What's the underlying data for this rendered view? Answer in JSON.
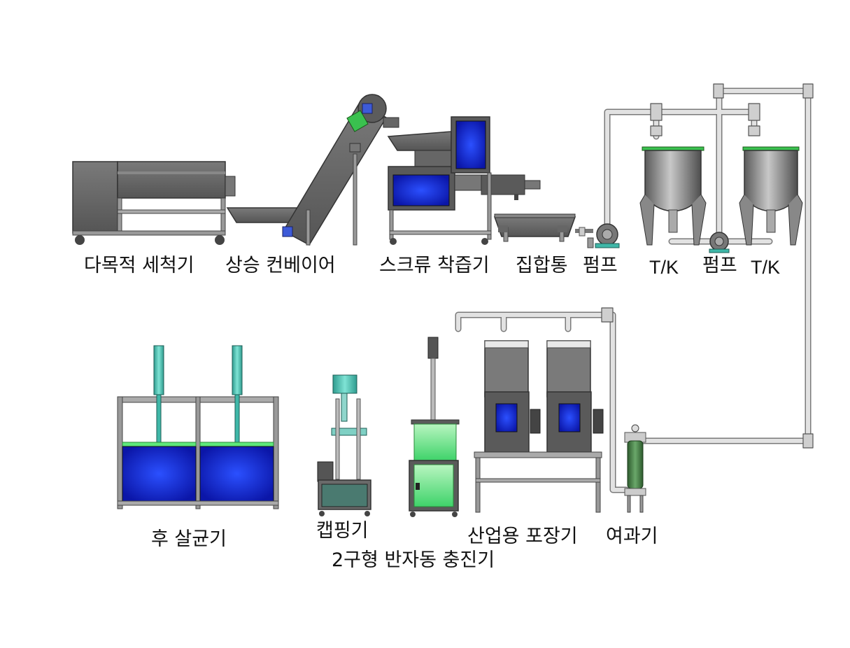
{
  "labels": {
    "washer": "다목적 세척기",
    "conveyor": "상승 컨베이어",
    "screw_press": "스크류 착즙기",
    "collection_tank": "집합통",
    "pump_1": "펌프",
    "tank_1": "T/K",
    "pump_2": "펌프",
    "tank_2": "T/K",
    "sterilizer": "후 살균기",
    "capper": "캡핑기",
    "filler": "2구형 반자동 충진기",
    "packer": "산업용 포장기",
    "filter": "여과기"
  },
  "colors": {
    "machine_gray": "#6b6b6b",
    "machine_dark": "#4a4a4a",
    "frame": "#8a8a8a",
    "pipe": "#d9d9d9",
    "pipe_stroke": "#7a7a7a",
    "blue_panel": "#1a2fd6",
    "green_accent": "#5ee87a",
    "teal_cylinder": "#3fb7a8",
    "filter_green": "#3b7a3b"
  }
}
